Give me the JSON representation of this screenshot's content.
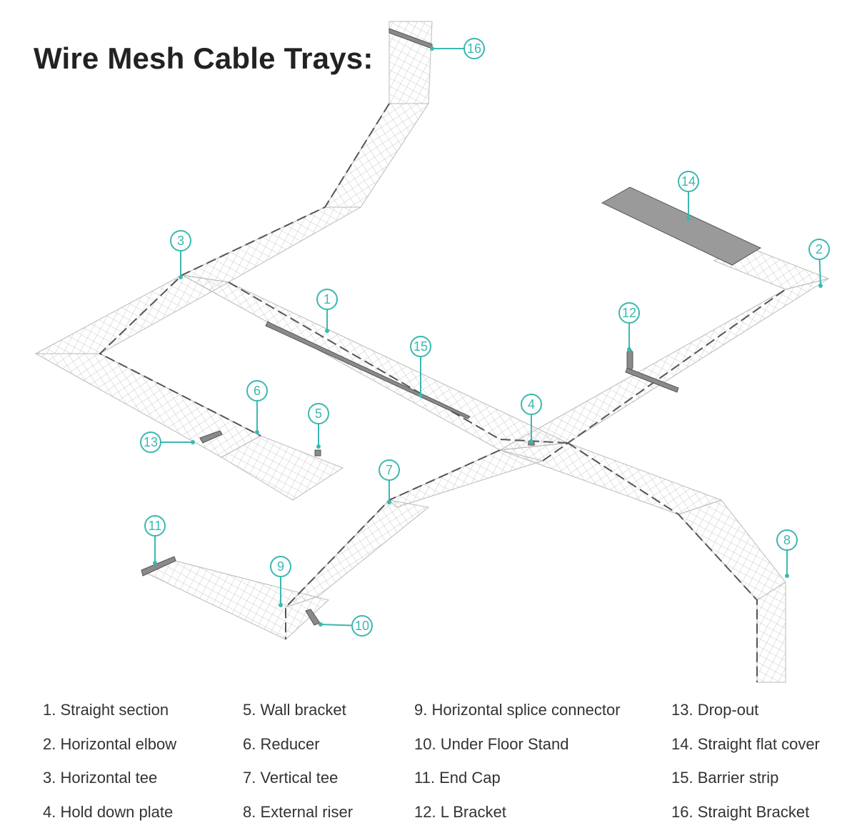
{
  "title": "Wire Mesh Cable Trays:",
  "colors": {
    "accent": "#3bb8b0",
    "mesh": "#c9c9c9",
    "mesh_edge": "#555555",
    "part_fill": "#8a8a8a",
    "text": "#222222"
  },
  "callouts": [
    {
      "num": "1"
    },
    {
      "num": "2"
    },
    {
      "num": "3"
    },
    {
      "num": "4"
    },
    {
      "num": "5"
    },
    {
      "num": "6"
    },
    {
      "num": "7"
    },
    {
      "num": "8"
    },
    {
      "num": "9"
    },
    {
      "num": "10"
    },
    {
      "num": "11"
    },
    {
      "num": "12"
    },
    {
      "num": "13"
    },
    {
      "num": "14"
    },
    {
      "num": "15"
    },
    {
      "num": "16"
    }
  ],
  "legend": [
    "1. Straight section",
    "2. Horizontal elbow",
    "3. Horizontal tee",
    "4. Hold down plate",
    "5. Wall bracket",
    "6. Reducer",
    "7. Vertical tee",
    "8. External riser",
    "9. Horizontal splice connector",
    "10. Under Floor Stand",
    "11. End Cap",
    "12. L Bracket",
    "13. Drop-out",
    "14. Straight flat cover",
    "15. Barrier strip",
    "16. Straight Bracket"
  ]
}
